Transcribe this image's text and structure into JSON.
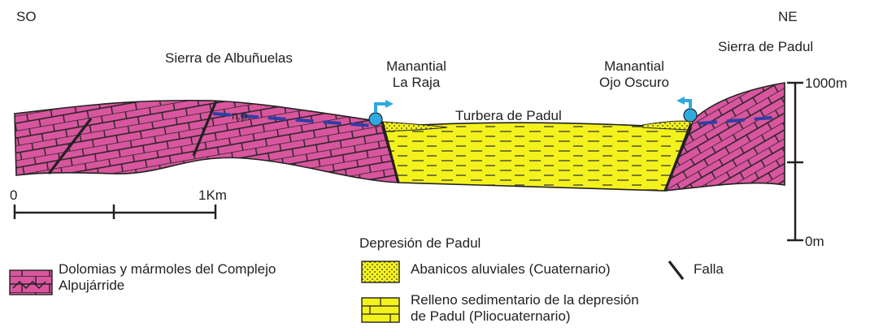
{
  "orientation": {
    "left": "SO",
    "right": "NE"
  },
  "places": {
    "sierra_albunuelas": "Sierra de Albuñuelas",
    "sierra_padul": "Sierra de Padul",
    "manantial_raja": [
      "Manantial",
      "La Raja"
    ],
    "manantial_ojo": [
      "Manantial",
      "Ojo Oscuro"
    ],
    "turbera": "Turbera de Padul",
    "water_table": "n.p."
  },
  "scale_bar": {
    "start": "0",
    "end": "1Km"
  },
  "vertical_scale": {
    "top": "1000m",
    "bottom": "0m"
  },
  "legend": {
    "group_title": "Depresión de Padul",
    "dolomias": [
      "Dolomias y mármoles del Complejo",
      "Alpujárride"
    ],
    "abanicos": "Abanicos aluviales (Cuaternario)",
    "relleno": [
      "Relleno sedimentario de la depresión",
      "de Padul (Pliocuaternario)"
    ],
    "falla": "Falla"
  },
  "colors": {
    "dolomite": "#d9569f",
    "sediment": "#f4f21c",
    "water": "#2fa9df",
    "water_table": "#2f3ea6",
    "line": "#222222"
  }
}
